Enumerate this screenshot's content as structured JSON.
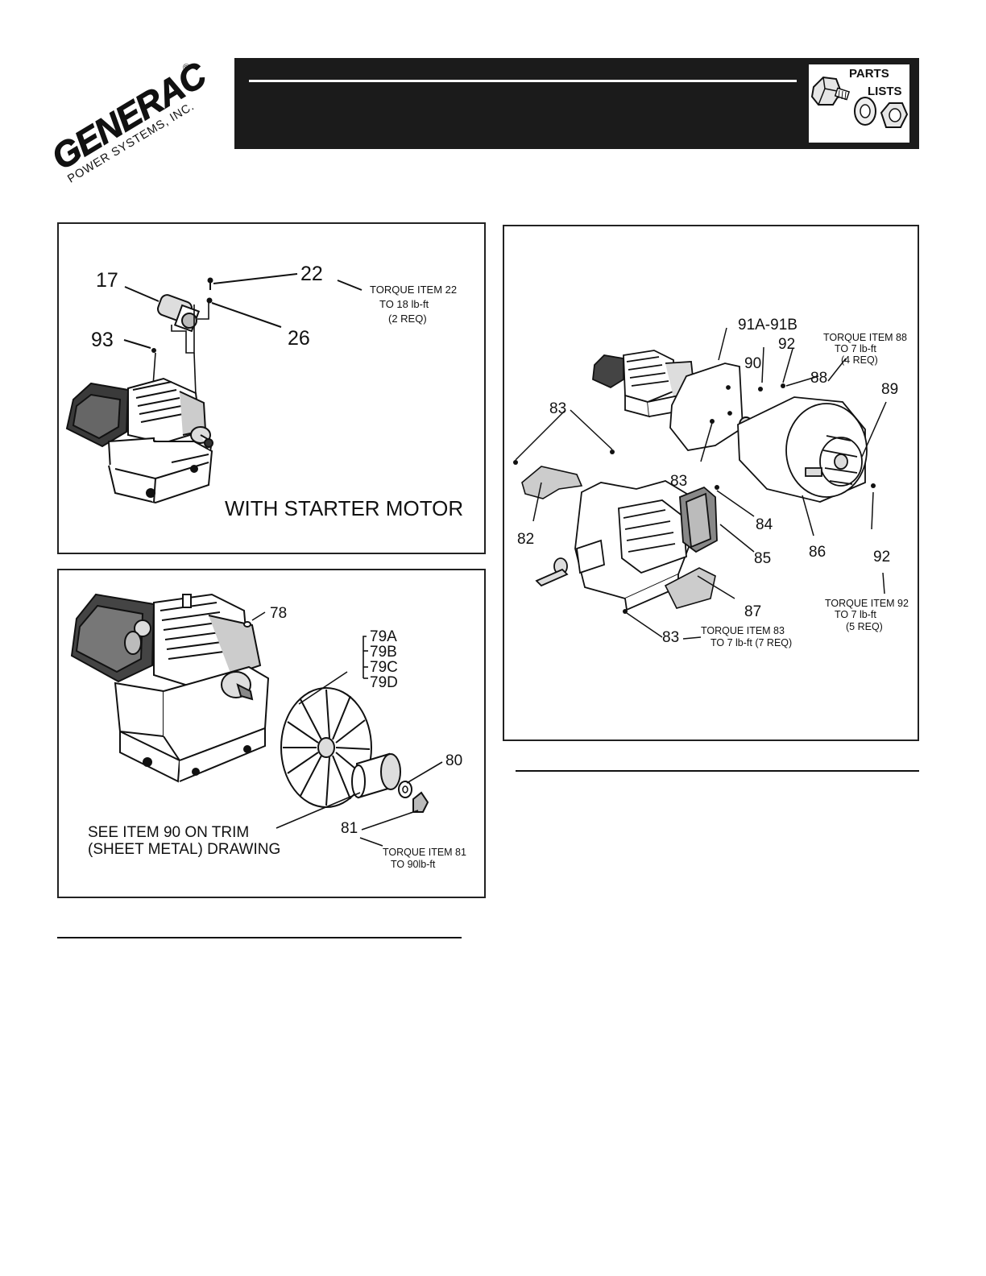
{
  "logo": {
    "brand": "GENERAC",
    "sub": "POWER SYSTEMS, INC.",
    "registered_mark": "®"
  },
  "header": {
    "badge": {
      "line1": "PARTS",
      "line2": "LISTS"
    }
  },
  "starter_panel": {
    "callouts": {
      "c17": "17",
      "c93": "93",
      "c22": "22",
      "c26": "26"
    },
    "torque_note": {
      "line1": "TORQUE ITEM 22",
      "line2": "TO 18 lb-ft",
      "line3": "(2 REQ)"
    },
    "caption": "WITH STARTER MOTOR"
  },
  "flywheel_panel": {
    "callouts": {
      "c78": "78",
      "c79a": "79A",
      "c79b": "79B",
      "c79c": "79C",
      "c79d": "79D",
      "c80": "80",
      "c81": "81"
    },
    "see_note": {
      "line1": "SEE ITEM 90 ON TRIM",
      "line2": "(SHEET METAL) DRAWING"
    },
    "torque_note": {
      "line1": "TORQUE ITEM 81",
      "line2": "TO 90lb-ft"
    }
  },
  "trim_panel": {
    "callouts": {
      "c91": "91A-91B",
      "c92_top": "92",
      "c90": "90",
      "c88": "88",
      "c89": "89",
      "c83_top": "83",
      "c83_mid": "83",
      "c83_bottom": "83",
      "c82": "82",
      "c84": "84",
      "c85": "85",
      "c86": "86",
      "c87": "87",
      "c92_right": "92"
    },
    "torque_88": {
      "line1": "TORQUE ITEM 88",
      "line2": "TO 7 lb-ft",
      "line3": "(4 REQ)"
    },
    "torque_92": {
      "line1": "TORQUE ITEM 92",
      "line2": "TO 7 lb-ft",
      "line3": "(5 REQ)"
    },
    "torque_83": {
      "line1": "TORQUE ITEM 83",
      "line2": "TO 7 lb-ft (7 REQ)"
    }
  }
}
